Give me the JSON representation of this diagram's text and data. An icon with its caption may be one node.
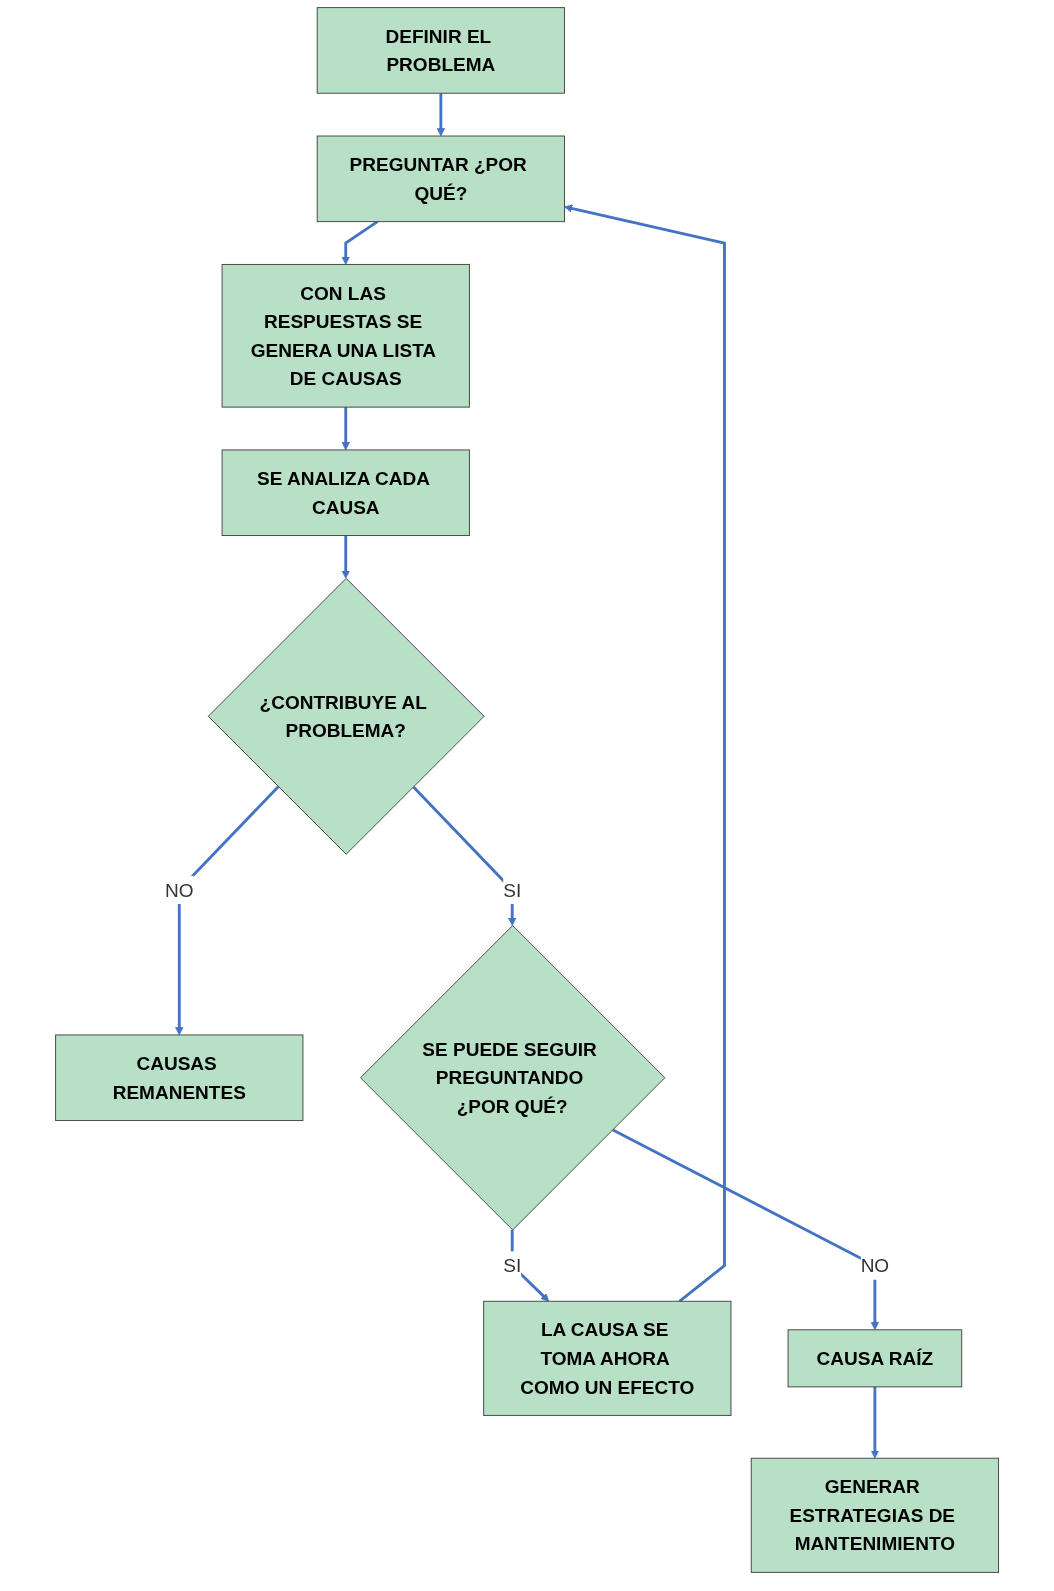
{
  "diagram": {
    "nodes": [
      {
        "text": [
          "DEFINIR EL PROBLEMA"
        ]
      },
      {
        "text": [
          "PREGUNTAR ¿POR QUÉ?"
        ]
      },
      {
        "text": [
          "CON LAS RESPUESTAS SE GENERA UNA LISTA DE CAUSAS"
        ]
      },
      {
        "text": [
          "SE ANALIZA CADA CAUSA"
        ]
      },
      {
        "text": [
          "LA CAUSA SE TOMA AHORA COMO UN EFECTO"
        ]
      },
      {
        "text": [
          "¿CONTRIBUYE AL PROBLEMA?"
        ]
      },
      {
        "text": [
          "CAUSAS REMANENTES"
        ]
      },
      {
        "text": [
          "SE PUEDE SEGUIR PREGUNTANDO ¿POR QUÉ?"
        ]
      },
      {
        "text": [
          "CAUSA RAÍZ"
        ]
      },
      {
        "text": [
          "GENERAR ESTRATEGIAS DE MANTENIMIENTO"
        ]
      }
    ],
    "edges": [
      {
        "from": 0,
        "to": 1,
        "arrow": "to"
      },
      {
        "from": 1,
        "to": 2,
        "arrow": "to"
      },
      {
        "from": 2,
        "to": 3,
        "arrow": "to"
      },
      {
        "from": 3,
        "to": 5,
        "arrow": "to"
      },
      {
        "from": 5,
        "to": 6,
        "label": "NO",
        "arrow": "to"
      },
      {
        "from": 5,
        "to": 7,
        "label": "SI",
        "arrow": "to"
      },
      {
        "from": 7,
        "to": 4,
        "label": "SI",
        "arrow": "to"
      },
      {
        "from": 4,
        "to": 1,
        "arrow": "to"
      },
      {
        "from": 7,
        "to": 8,
        "label": "NO",
        "arrow": "to"
      },
      {
        "from": 8,
        "to": 9,
        "arrow": "to"
      }
    ]
  }
}
